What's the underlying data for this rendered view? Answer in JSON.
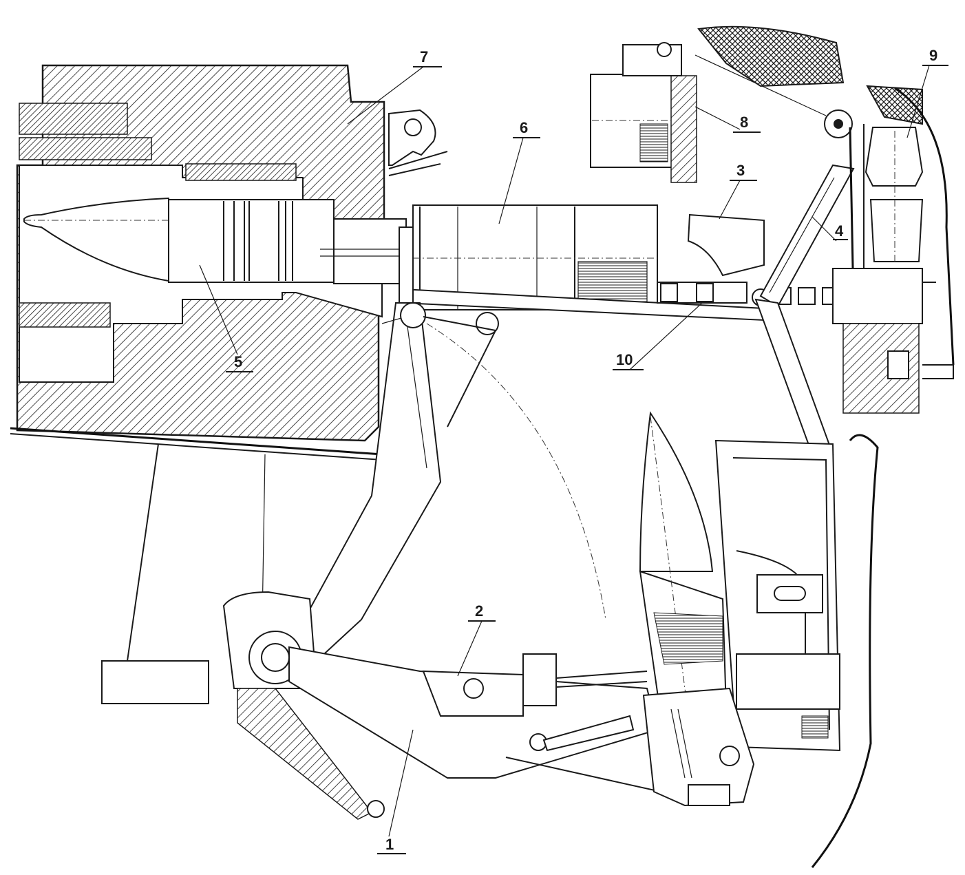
{
  "diagram": {
    "callouts": [
      {
        "id": "1",
        "label": "1"
      },
      {
        "id": "2",
        "label": "2"
      },
      {
        "id": "3",
        "label": "3"
      },
      {
        "id": "4",
        "label": "4"
      },
      {
        "id": "5",
        "label": "5"
      },
      {
        "id": "6",
        "label": "6"
      },
      {
        "id": "7",
        "label": "7"
      },
      {
        "id": "8",
        "label": "8"
      },
      {
        "id": "9",
        "label": "9"
      },
      {
        "id": "10",
        "label": "10"
      }
    ]
  }
}
